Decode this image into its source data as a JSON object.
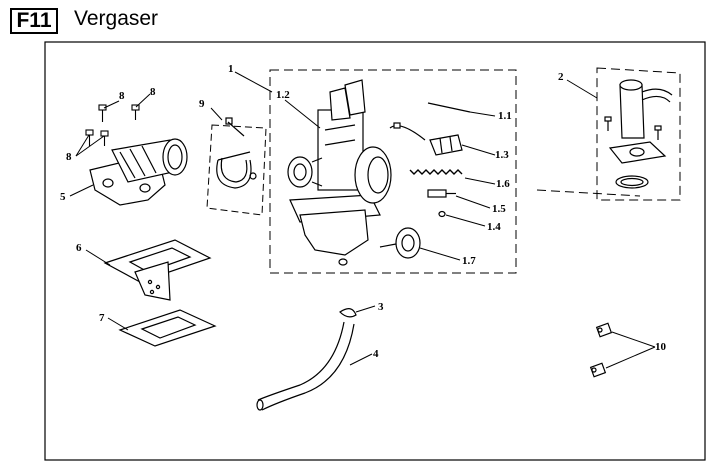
{
  "header": {
    "section_code": "F11",
    "title": "Vergaser"
  },
  "callouts": {
    "1": "1",
    "1.1": "1.1",
    "1.2": "1.2",
    "1.3": "1.3",
    "1.4": "1.4",
    "1.5": "1.5",
    "1.6": "1.6",
    "1.7": "1.7",
    "2": "2",
    "3": "3",
    "4": "4",
    "5": "5",
    "6": "6",
    "7": "7",
    "8a": "8",
    "8b": "8",
    "8c": "8",
    "9": "9",
    "10": "10"
  },
  "colors": {
    "line": "#000000",
    "background": "#ffffff"
  }
}
